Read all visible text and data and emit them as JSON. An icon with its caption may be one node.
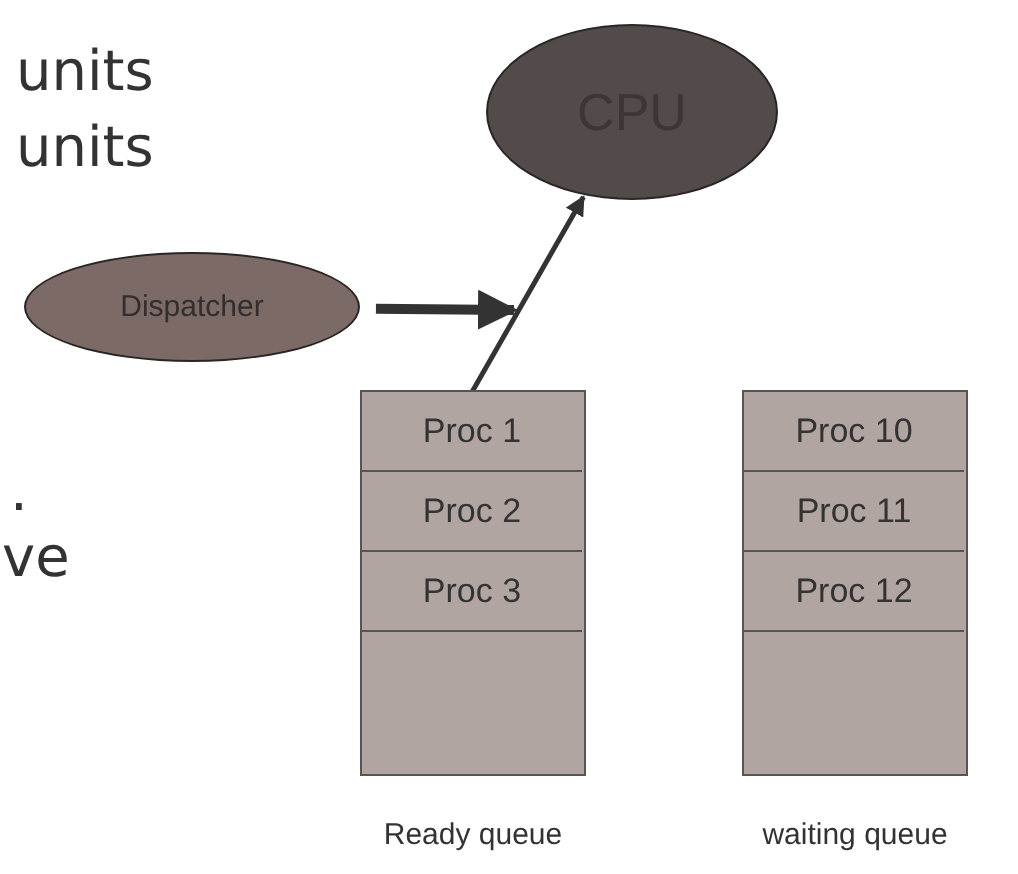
{
  "diagram": {
    "nodes": [
      {
        "text": [
          "CPU"
        ]
      },
      {
        "text": [
          "Dispatcher"
        ]
      },
      {
        "text": [],
        "shape": "box",
        "beside": [
          "Ready queue"
        ]
      },
      {
        "text": [
          "Proc 1"
        ],
        "in": 2
      },
      {
        "text": [
          "Proc 2"
        ],
        "in": 2
      },
      {
        "text": [
          "Proc 3"
        ],
        "in": 2
      },
      {
        "text": [],
        "shape": "box",
        "beside": [
          "waiting queue"
        ]
      },
      {
        "text": [
          "Proc 10"
        ],
        "in": 6
      },
      {
        "text": [
          "Proc 11"
        ],
        "in": 6
      },
      {
        "text": [
          "Proc 12"
        ],
        "in": 6
      }
    ],
    "edges": [
      {
        "from": 3,
        "to": 0,
        "arrow": "to"
      },
      {
        "from": 1,
        "to": null,
        "arrow": "to",
        "style": "thick"
      }
    ],
    "labels": [
      "units",
      "units",
      ".",
      "ve"
    ]
  }
}
